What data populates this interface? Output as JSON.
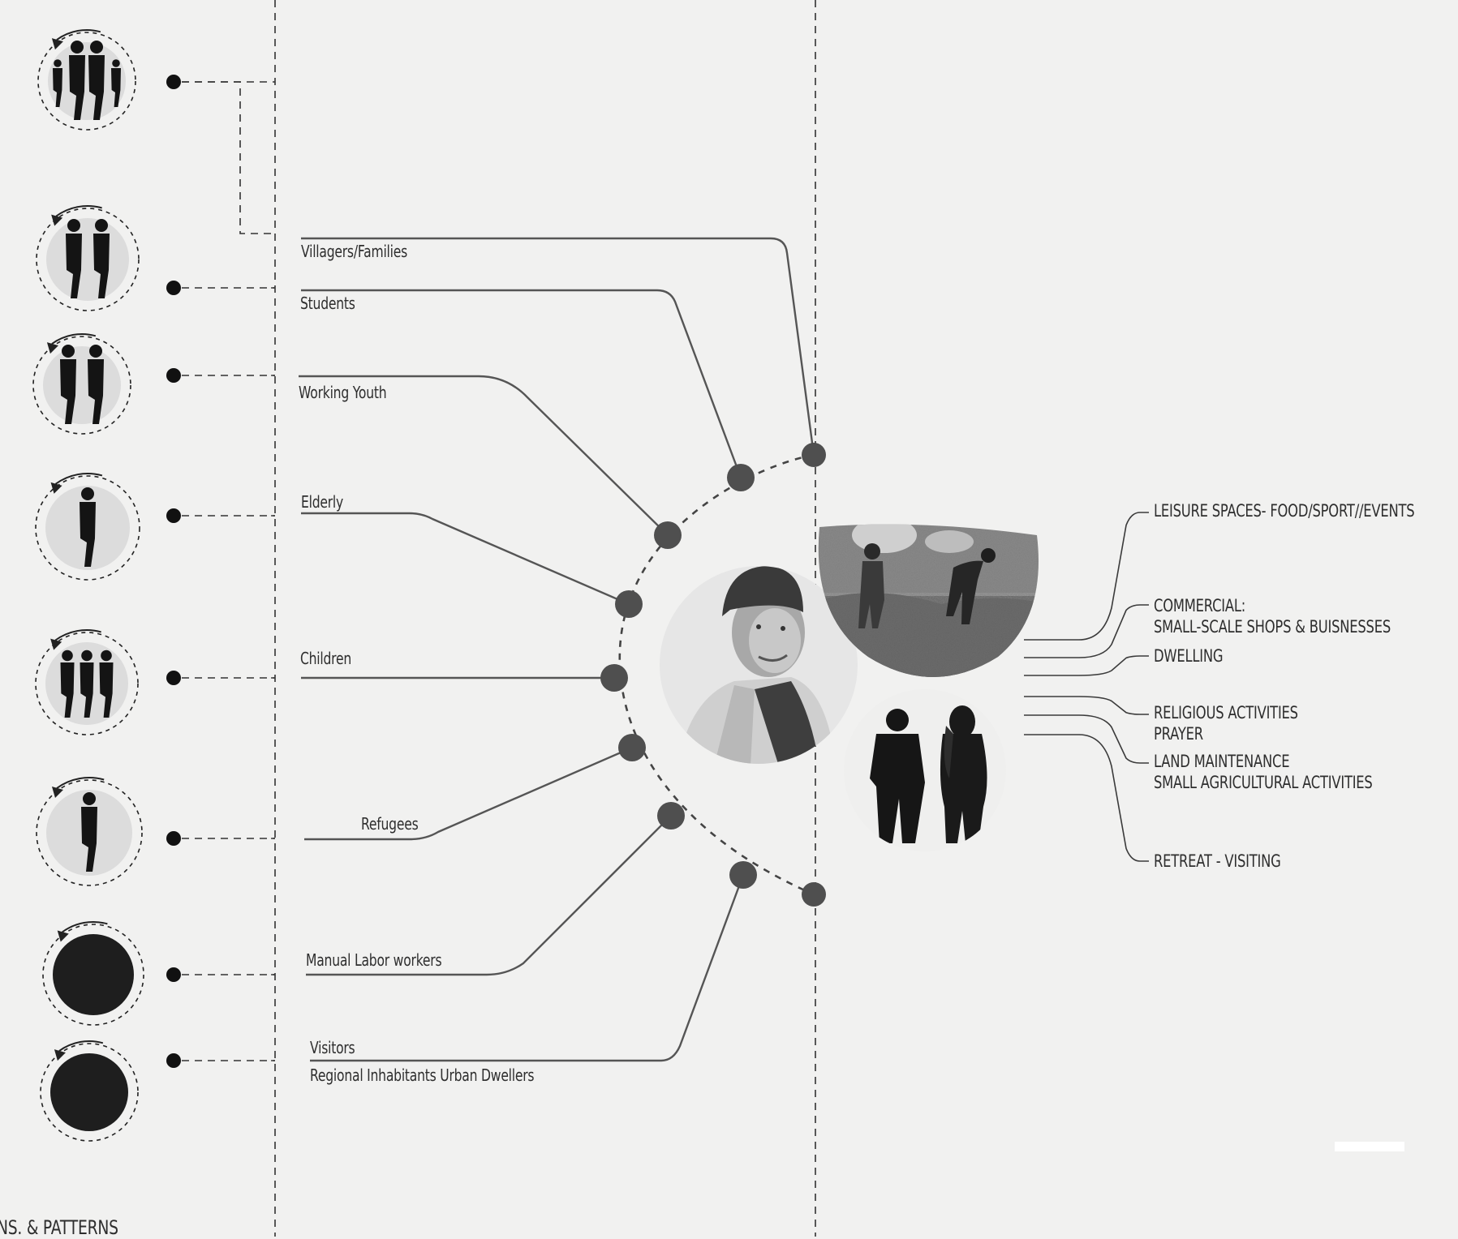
{
  "user_groups": [
    {
      "label": "Villagers/Families",
      "icon": "family-icon"
    },
    {
      "label": "Students",
      "icon": "students-icon"
    },
    {
      "label": "Working Youth",
      "icon": "working-youth-icon"
    },
    {
      "label": "Elderly",
      "icon": "elderly-icon"
    },
    {
      "label": "Children",
      "icon": "children-icon"
    },
    {
      "label": "Refugees",
      "icon": "refugee-icon"
    },
    {
      "label": "Manual Labor workers",
      "icon": "labor-worker-icon"
    },
    {
      "label": "Visitors",
      "sublabel": "Regional Inhabitants  Urban Dwellers",
      "icon": "visitor-icon"
    }
  ],
  "activities": [
    {
      "line1": "LEISURE SPACES- FOOD/SPORT//EVENTS"
    },
    {
      "line1": "COMMERCIAL:",
      "line2": "SMALL-SCALE SHOPS & BUISNESSES"
    },
    {
      "line1": "DWELLING"
    },
    {
      "line1": "RELIGIOUS ACTIVITIES",
      "line2": "PRAYER"
    },
    {
      "line1": "LAND MAINTENANCE",
      "line2": "SMALL AGRICULTURAL ACTIVITIES"
    },
    {
      "line1": "RETREAT - VISITING"
    }
  ],
  "footer_label": "NS. & PATTERNS",
  "photos": {
    "center": "elderly-man-portrait",
    "top_right": "farmers-field-photo",
    "bottom_right": "walking-couple-silhouette"
  },
  "colors": {
    "background": "#f1f1f0",
    "line": "#555555",
    "node": "#4f4f4f",
    "silhouette": "#141414",
    "icon_disc": "#dcdcdc"
  }
}
